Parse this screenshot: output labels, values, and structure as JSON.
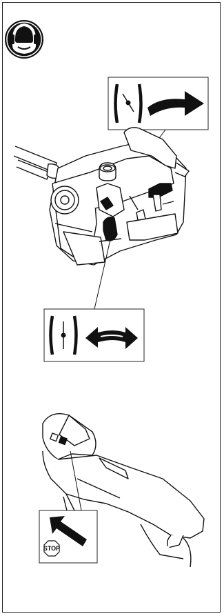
{
  "safety_icon": {
    "name": "eye-ear-protection-icon"
  },
  "choke_closed_label": {
    "name": "choke-closed-symbol",
    "arrow": "arrow-right-icon"
  },
  "choke_open_label": {
    "name": "choke-open-symbol",
    "arrow": "arrow-double-icon"
  },
  "stop_label": {
    "text": "STOP",
    "arrow": "arrow-up-left-icon"
  },
  "colors": {
    "ink": "#111111",
    "paper": "#ffffff"
  }
}
